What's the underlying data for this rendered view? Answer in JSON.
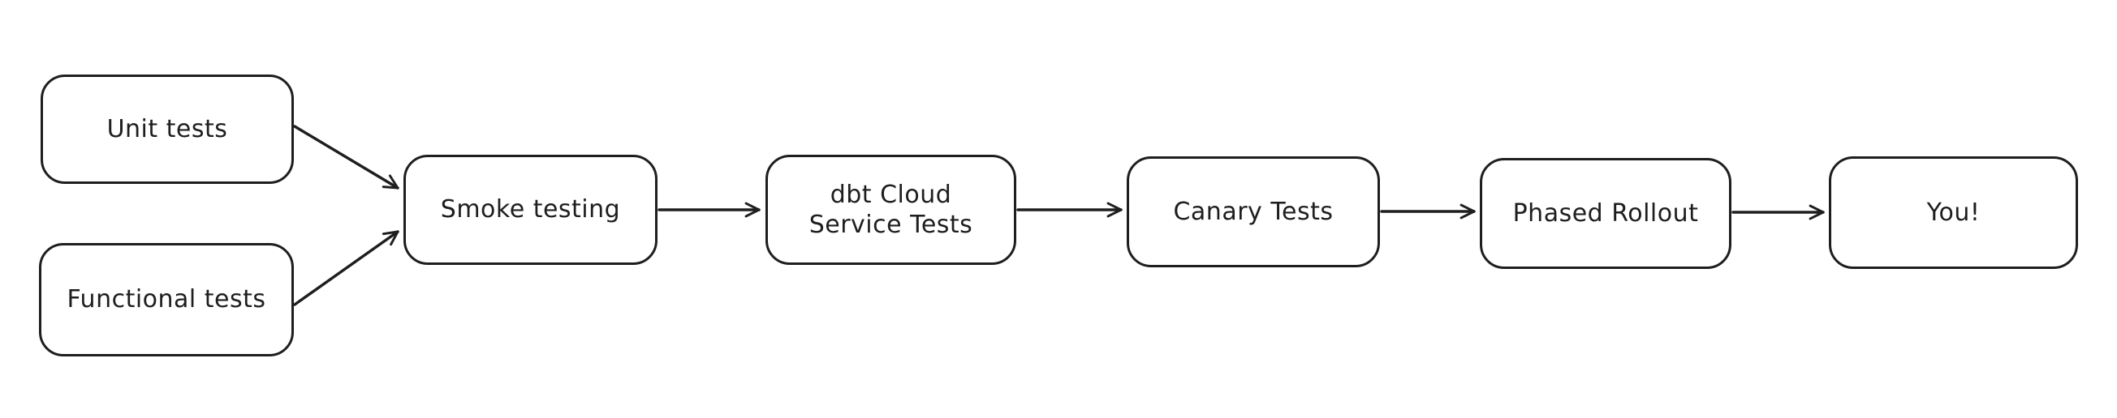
{
  "diagram": {
    "type": "flowchart",
    "style": "hand-drawn",
    "colors": {
      "stroke": "#1e1e1e",
      "node_fill": "#ffffff",
      "canvas_background": "#ffffff"
    },
    "nodes": [
      {
        "id": "unit-tests",
        "label": "Unit tests"
      },
      {
        "id": "functional-tests",
        "label": "Functional tests"
      },
      {
        "id": "smoke-testing",
        "label": "Smoke testing"
      },
      {
        "id": "dbt-cloud-service-tests",
        "label": "dbt Cloud\nService Tests"
      },
      {
        "id": "canary-tests",
        "label": "Canary Tests"
      },
      {
        "id": "phased-rollout",
        "label": "Phased Rollout"
      },
      {
        "id": "you",
        "label": "You!"
      }
    ],
    "edges": [
      {
        "from": "unit-tests",
        "to": "smoke-testing"
      },
      {
        "from": "functional-tests",
        "to": "smoke-testing"
      },
      {
        "from": "smoke-testing",
        "to": "dbt-cloud-service-tests"
      },
      {
        "from": "dbt-cloud-service-tests",
        "to": "canary-tests"
      },
      {
        "from": "canary-tests",
        "to": "phased-rollout"
      },
      {
        "from": "phased-rollout",
        "to": "you"
      }
    ]
  }
}
